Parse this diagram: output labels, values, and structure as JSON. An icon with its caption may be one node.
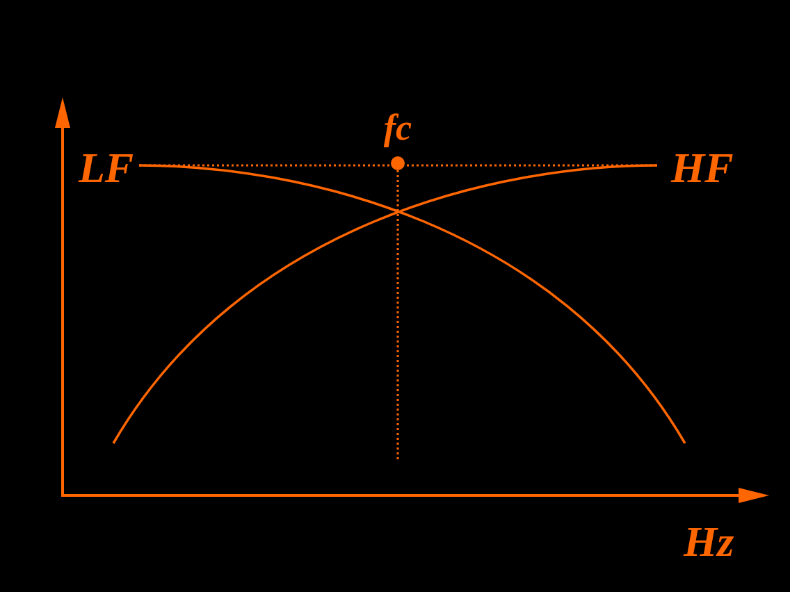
{
  "diagram": {
    "labels": [
      "fc",
      "LF",
      "HF",
      "Hz"
    ]
  }
}
